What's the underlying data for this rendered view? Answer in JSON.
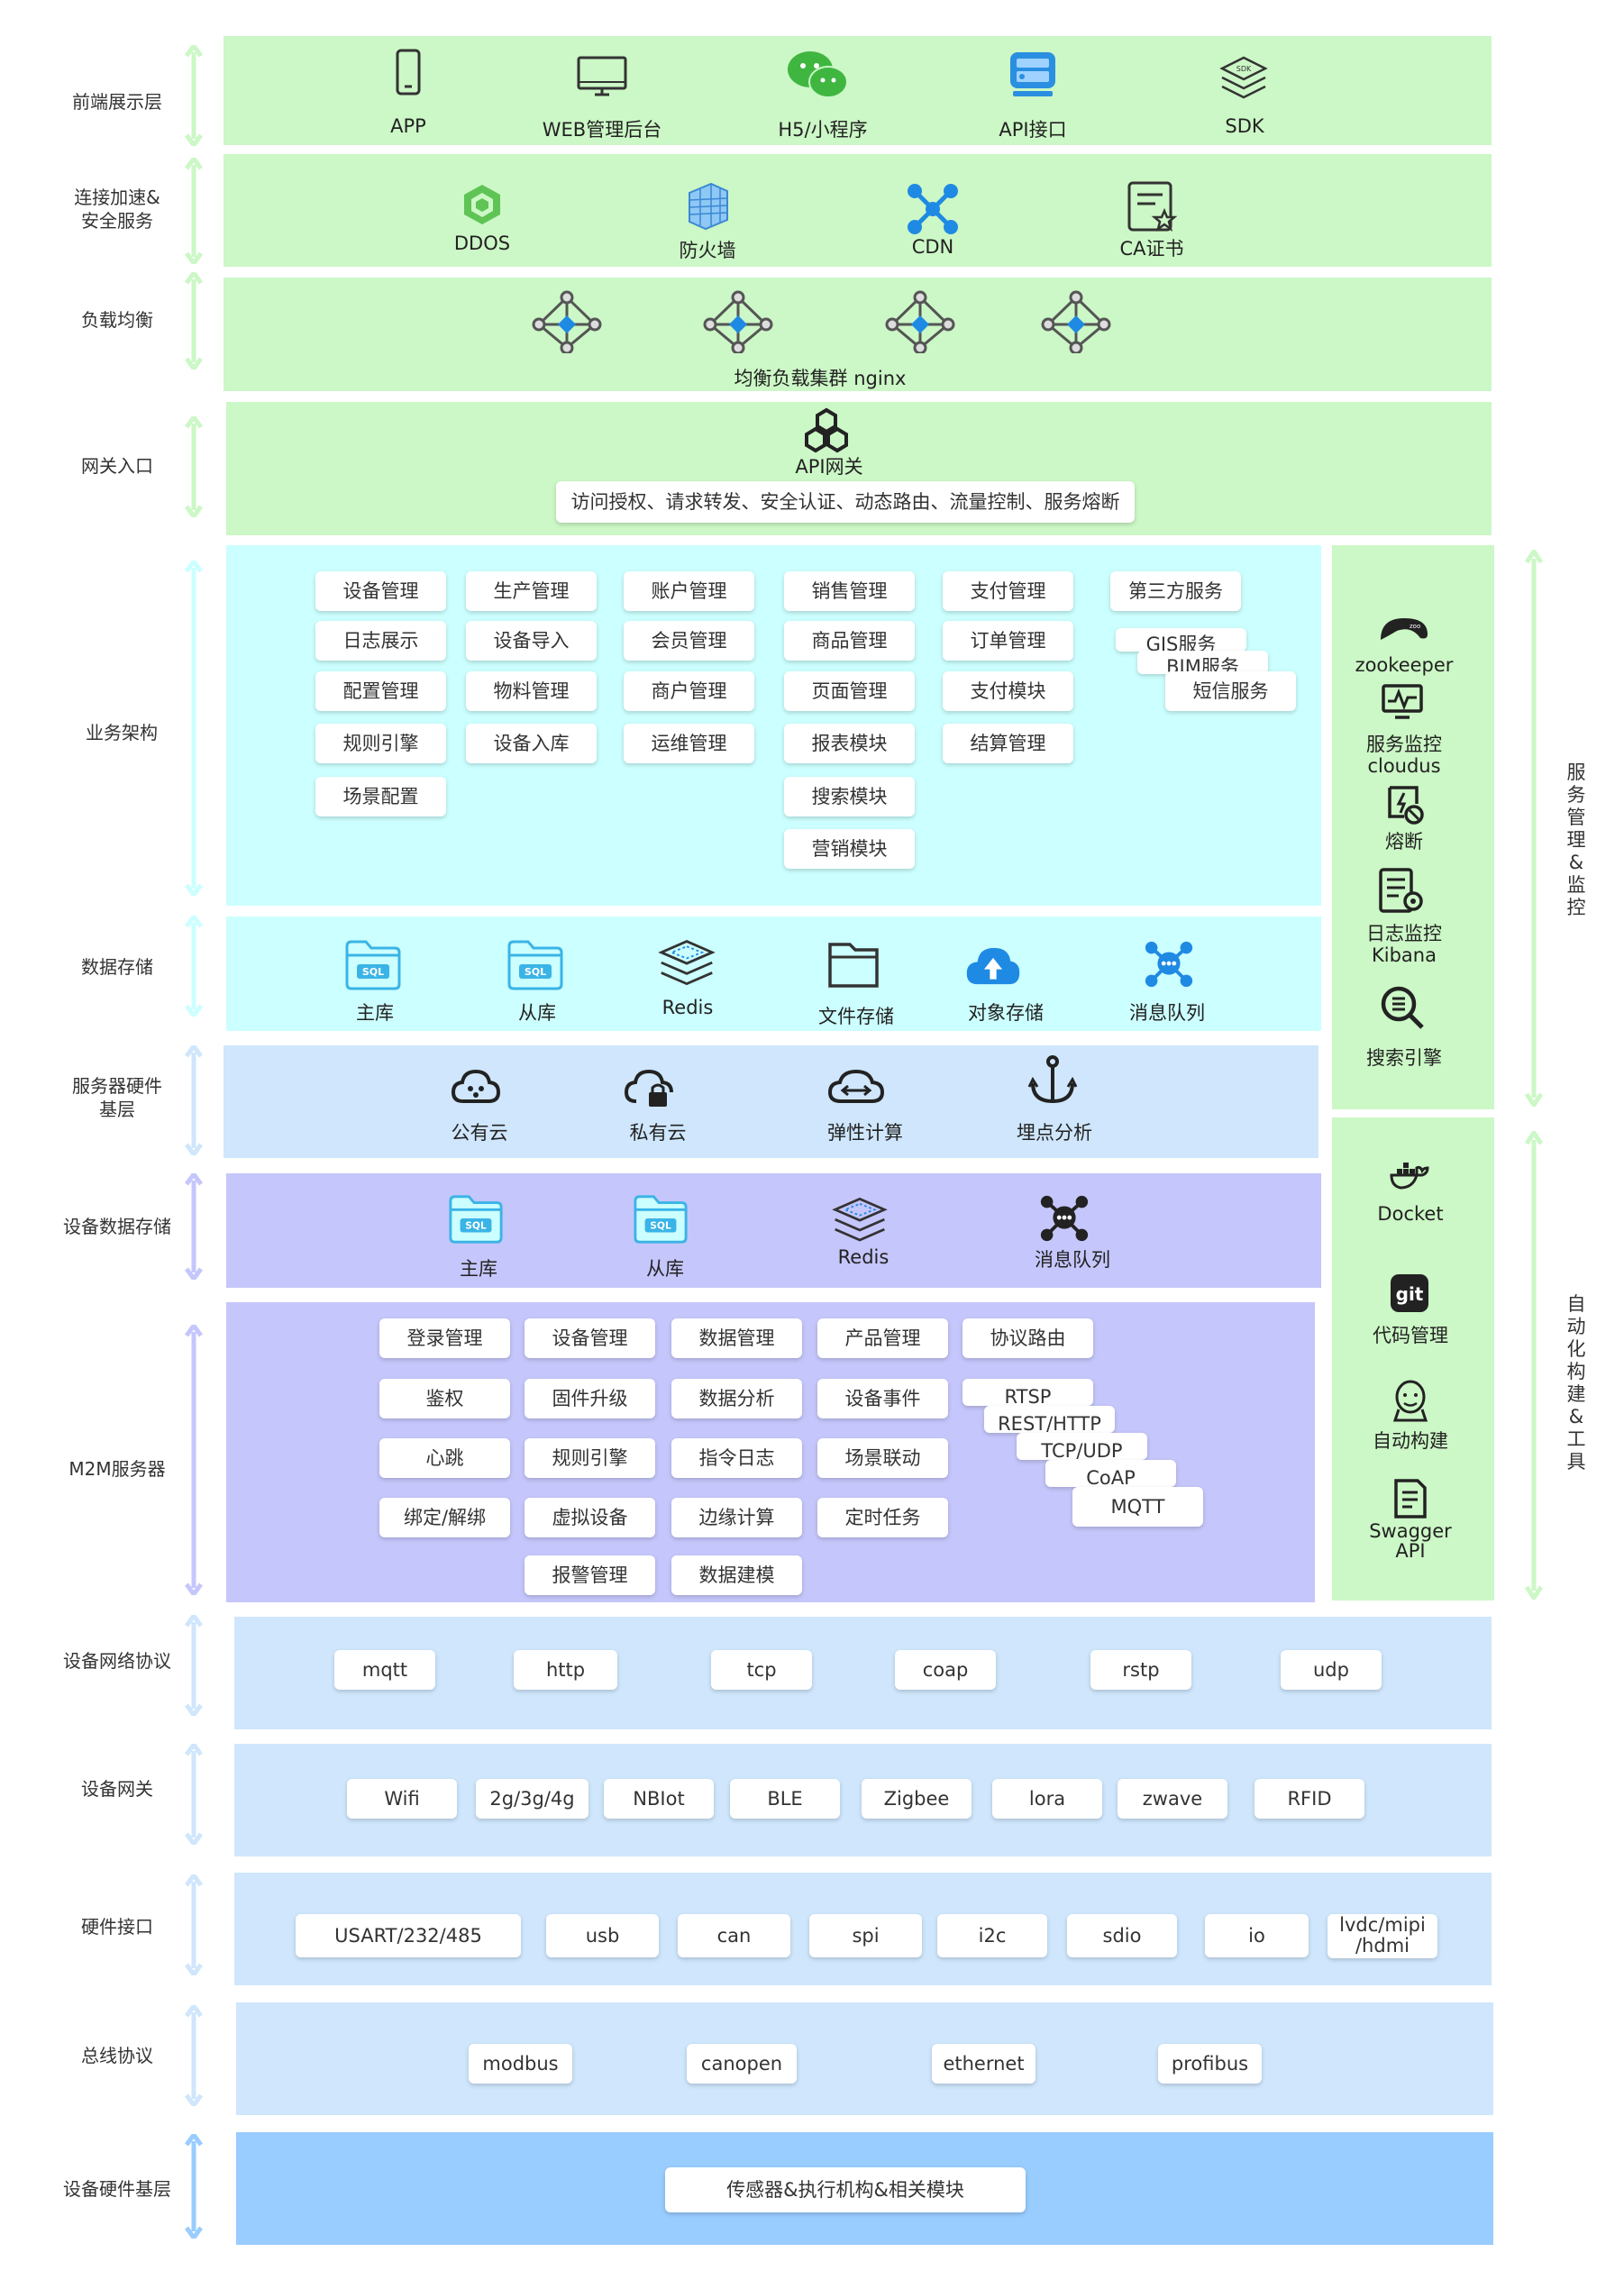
{
  "layers": {
    "frontend": "前端展示层",
    "security": "连接加速&\n安全服务",
    "lb": "负载均衡",
    "gateway": "网关入口",
    "business": "业务架构",
    "storage": "数据存储",
    "server_hw": "服务器硬件\n基层",
    "dev_storage": "设备数据存储",
    "m2m": "M2M服务器",
    "net_proto": "设备网络协议",
    "dev_gw": "设备网关",
    "hw_if": "硬件接口",
    "bus": "总线协议",
    "dev_hw": "设备硬件基层"
  },
  "frontend": [
    "APP",
    "WEB管理后台",
    "H5/小程序",
    "API接口",
    "SDK"
  ],
  "security": [
    "DDOS",
    "防火墙",
    "CDN",
    "CA证书"
  ],
  "lb": {
    "label": "均衡负载集群 nginx"
  },
  "gateway": {
    "title": "API网关",
    "desc": "访问授权、请求转发、安全认证、动态路由、流量控制、服务熔断"
  },
  "business": {
    "col1": [
      "设备管理",
      "日志展示",
      "配置管理",
      "规则引擎",
      "场景配置"
    ],
    "col2": [
      "生产管理",
      "设备导入",
      "物料管理",
      "设备入库"
    ],
    "col3": [
      "账户管理",
      "会员管理",
      "商户管理",
      "运维管理"
    ],
    "col4": [
      "销售管理",
      "商品管理",
      "页面管理",
      "报表模块",
      "搜索模块",
      "营销模块"
    ],
    "col5": [
      "支付管理",
      "订单管理",
      "支付模块",
      "结算管理"
    ],
    "col6_top": "第三方服务",
    "col6_stack": [
      "GIS服务",
      "BIM服务",
      "短信服务"
    ]
  },
  "storage": [
    "主库",
    "从库",
    "Redis",
    "文件存储",
    "对象存储",
    "消息队列"
  ],
  "server_hw": [
    "公有云",
    "私有云",
    "弹性计算",
    "埋点分析"
  ],
  "dev_storage": [
    "主库",
    "从库",
    "Redis",
    "消息队列"
  ],
  "m2m": {
    "grid": [
      [
        "登录管理",
        "设备管理",
        "数据管理",
        "产品管理",
        "协议路由"
      ],
      [
        "鉴权",
        "固件升级",
        "数据分析",
        "设备事件"
      ],
      [
        "心跳",
        "规则引擎",
        "指令日志",
        "场景联动"
      ],
      [
        "绑定/解绑",
        "虚拟设备",
        "边缘计算",
        "定时任务"
      ],
      [
        "报警管理",
        "数据建模"
      ]
    ],
    "stack": [
      "RTSP",
      "REST/HTTP",
      "TCP/UDP",
      "CoAP",
      "MQTT"
    ]
  },
  "net_proto": [
    "mqtt",
    "http",
    "tcp",
    "coap",
    "rstp",
    "udp"
  ],
  "dev_gw": [
    "Wifi",
    "2g/3g/4g",
    "NBIot",
    "BLE",
    "Zigbee",
    "lora",
    "zwave",
    "RFID"
  ],
  "hw_if": [
    "USART/232/485",
    "usb",
    "can",
    "spi",
    "i2c",
    "sdio",
    "io",
    "lvdc/mipi\n/hdmi"
  ],
  "bus": [
    "modbus",
    "canopen",
    "ethernet",
    "profibus"
  ],
  "dev_hw": {
    "label": "传感器&执行机构&相关模块"
  },
  "monitor": {
    "items": [
      "zookeeper",
      "服务监控\ncloudus",
      "熔断",
      "日志监控\nKibana",
      "搜索引擎"
    ],
    "side": "服务管理&监控"
  },
  "devops": {
    "items": [
      "Docket",
      "代码管理",
      "自动构建",
      "Swagger\nAPI"
    ],
    "side": "自动化构建&工具"
  },
  "icons": {
    "frontend": [
      "phone-icon",
      "monitor-icon",
      "wechat-icon",
      "api-icon",
      "sdk-icon"
    ],
    "security": [
      "ddos-icon",
      "firewall-icon",
      "cdn-icon",
      "certificate-icon"
    ],
    "storage": [
      "sql-folder-icon",
      "sql-folder-icon",
      "redis-icon",
      "file-icon",
      "cloud-storage-icon",
      "message-queue-icon"
    ],
    "server_hw": [
      "public-cloud-icon",
      "private-cloud-icon",
      "elastic-compute-icon",
      "anchor-icon"
    ]
  },
  "colors": {
    "green": "#ccf7c6",
    "cyan": "#ccffff",
    "lightblue": "#cfe6fc",
    "lavender": "#c5c6fb",
    "blue": "#99ccff",
    "accent": "#0a7fd6"
  }
}
